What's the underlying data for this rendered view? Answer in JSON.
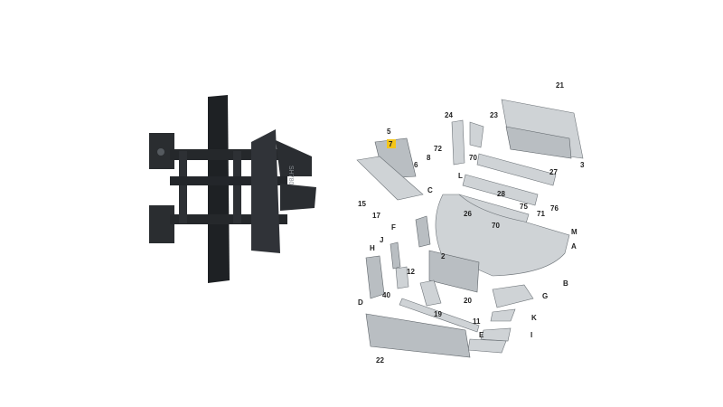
{
  "photo": {
    "name": "bracket-photo",
    "engraving": "SH780"
  },
  "diagram": {
    "highlight_color": "#f5c518",
    "callouts": [
      {
        "id": "c-21",
        "text": "21"
      },
      {
        "id": "c-24",
        "text": "24"
      },
      {
        "id": "c-23",
        "text": "23"
      },
      {
        "id": "c-5",
        "text": "5"
      },
      {
        "id": "c-7",
        "text": "7",
        "highlight": true
      },
      {
        "id": "c-72",
        "text": "72"
      },
      {
        "id": "c-70a",
        "text": "70"
      },
      {
        "id": "c-6",
        "text": "6"
      },
      {
        "id": "c-8",
        "text": "8"
      },
      {
        "id": "c-L",
        "text": "L"
      },
      {
        "id": "c-3",
        "text": "3"
      },
      {
        "id": "c-27",
        "text": "27"
      },
      {
        "id": "c-28",
        "text": "28"
      },
      {
        "id": "c-15",
        "text": "15"
      },
      {
        "id": "c-C",
        "text": "C"
      },
      {
        "id": "c-75",
        "text": "75"
      },
      {
        "id": "c-76",
        "text": "76"
      },
      {
        "id": "c-17",
        "text": "17"
      },
      {
        "id": "c-26",
        "text": "26"
      },
      {
        "id": "c-71",
        "text": "71"
      },
      {
        "id": "c-70b",
        "text": "70"
      },
      {
        "id": "c-F",
        "text": "F"
      },
      {
        "id": "c-M",
        "text": "M"
      },
      {
        "id": "c-J",
        "text": "J"
      },
      {
        "id": "c-A",
        "text": "A"
      },
      {
        "id": "c-H",
        "text": "H"
      },
      {
        "id": "c-2",
        "text": "2"
      },
      {
        "id": "c-12",
        "text": "12"
      },
      {
        "id": "c-B",
        "text": "B"
      },
      {
        "id": "c-D",
        "text": "D"
      },
      {
        "id": "c-40",
        "text": "40"
      },
      {
        "id": "c-20",
        "text": "20"
      },
      {
        "id": "c-G",
        "text": "G"
      },
      {
        "id": "c-19",
        "text": "19"
      },
      {
        "id": "c-11",
        "text": "11"
      },
      {
        "id": "c-K",
        "text": "K"
      },
      {
        "id": "c-E",
        "text": "E"
      },
      {
        "id": "c-I",
        "text": "I"
      },
      {
        "id": "c-22",
        "text": "22"
      }
    ]
  }
}
